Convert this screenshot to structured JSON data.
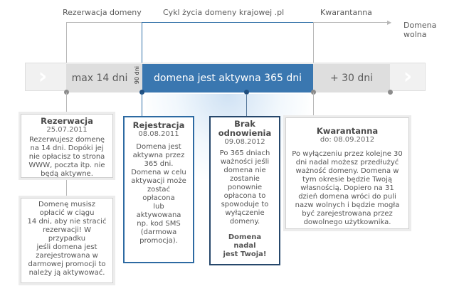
{
  "top": {
    "reservation": "Rezerwacja domeny",
    "lifecycle": "Cykl życia domeny krajowej .pl",
    "quarantine": "Kwarantanna",
    "free_line1": "Domena",
    "free_line2": "wolna"
  },
  "bar": {
    "max_label": "max 14 dni",
    "tick_label": "90 dni",
    "active_label": "domena jest aktywna 365 dni",
    "plus_label": "+ 30  dni"
  },
  "cards": {
    "reservation": {
      "title": "Rezerwacja",
      "date": "25.07.2011",
      "lines": [
        "Rezerwujesz domenę",
        "na 14 dni. Dopóki jej",
        "nie opłacisz to strona",
        "WWW, poczta itp. nie",
        "będą aktywne."
      ]
    },
    "payment": {
      "lines": [
        "Domenę musisz",
        "opłacić w ciągu",
        "14 dni, aby nie stracić",
        "rezerwacji! W",
        "przypadku",
        "jeśli domena jest",
        "zarejestrowana w",
        "darmowej promocji to",
        "należy ją aktywować."
      ]
    },
    "registration": {
      "title": "Rejestracja",
      "date": "08.08.2011",
      "lines": [
        "Domena jest",
        "aktywna przez",
        "365 dni.",
        "Domena w celu",
        "aktywacji może",
        "zostać",
        "opłacona",
        "lub",
        "aktywowana",
        "np. kod SMS",
        "(darmowa",
        "promocja)."
      ]
    },
    "nonrenewal": {
      "title1": "Brak",
      "title2": "odnowienia",
      "date": "09.08.2012",
      "lines": [
        "Po 365 dniach",
        "ważności jeśli",
        "domena nie",
        "zostanie",
        "ponownie",
        "opłacona to",
        "spowoduje to",
        "wyłączenie",
        "domeny."
      ],
      "bold_lines": [
        "Domena",
        "nadal",
        "jest Twoja!"
      ]
    },
    "quarantine": {
      "title": "Kwarantanna",
      "date": "do: 08.09.2012",
      "lines": [
        "Po wyłączeniu przez kolejne 30",
        "dni nadal możesz przedłużyć",
        "ważność domeny. Domena w",
        "tym okresie będzie Twoją",
        "własnością. Dopiero na 31",
        "dzień domena wróci do puli",
        "nazw wolnych i będzie mogła",
        "być zarejestrowana przez",
        "dowolnego użytkownika."
      ]
    }
  },
  "colors": {
    "accent": "#3a77b0",
    "accent_dark": "#26476b",
    "grey": "#dedede"
  }
}
